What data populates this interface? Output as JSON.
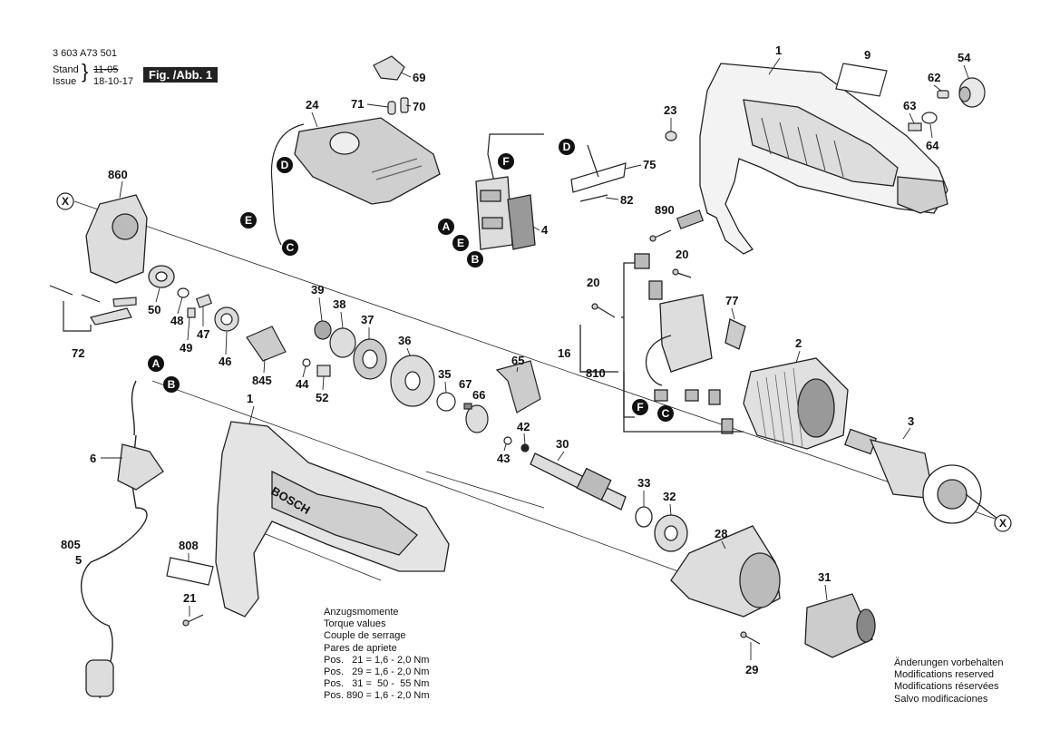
{
  "header": {
    "doc_number": "3 603 A73 501",
    "stand_label": "Stand",
    "issue_label": "Issue",
    "stand_value": "11-05",
    "issue_value": "18-10-17",
    "figure_label": "Fig. /Abb. 1"
  },
  "torque": {
    "lines": [
      "Anzugsmomente",
      "Torque values",
      "Couple de serrage",
      "Pares de apriete",
      "Pos.   21 = 1,6 - 2,0 Nm",
      "Pos.   29 = 1,6 - 2,0 Nm",
      "Pos.   31 =  50 -  55 Nm",
      "Pos. 890 = 1,6 - 2,0 Nm"
    ]
  },
  "notes": {
    "lines": [
      "Änderungen vorbehalten",
      "Modifications reserved",
      "Modifications réservées",
      "Salvo modificaciones"
    ]
  },
  "parts": {
    "p1a": "1",
    "p9": "9",
    "p54": "54",
    "p62": "62",
    "p63": "63",
    "p64": "64",
    "p23": "23",
    "p24": "24",
    "p69": "69",
    "p71": "71",
    "p70": "70",
    "p75": "75",
    "p82": "82",
    "p4": "4",
    "p890": "890",
    "p20a": "20",
    "p20b": "20",
    "p77": "77",
    "p16": "16",
    "p810": "810",
    "p2": "2",
    "p3": "3",
    "p860": "860",
    "p50": "50",
    "p48": "48",
    "p49": "49",
    "p47": "47",
    "p46": "46",
    "p845": "845",
    "p44": "44",
    "p52": "52",
    "p39": "39",
    "p38": "38",
    "p37": "37",
    "p36": "36",
    "p35": "35",
    "p65": "65",
    "p67": "67",
    "p66": "66",
    "p42": "42",
    "p43": "43",
    "p30": "30",
    "p33": "33",
    "p32": "32",
    "p28": "28",
    "p31": "31",
    "p29": "29",
    "p72": "72",
    "p6": "6",
    "p805": "805",
    "p5": "5",
    "p1b": "1",
    "p808": "808",
    "p21": "21"
  },
  "connectors": {
    "A": "A",
    "B": "B",
    "C": "C",
    "D": "D",
    "E": "E",
    "F": "F",
    "X": "X"
  },
  "brand": {
    "housing_logo": "BOSCH"
  }
}
